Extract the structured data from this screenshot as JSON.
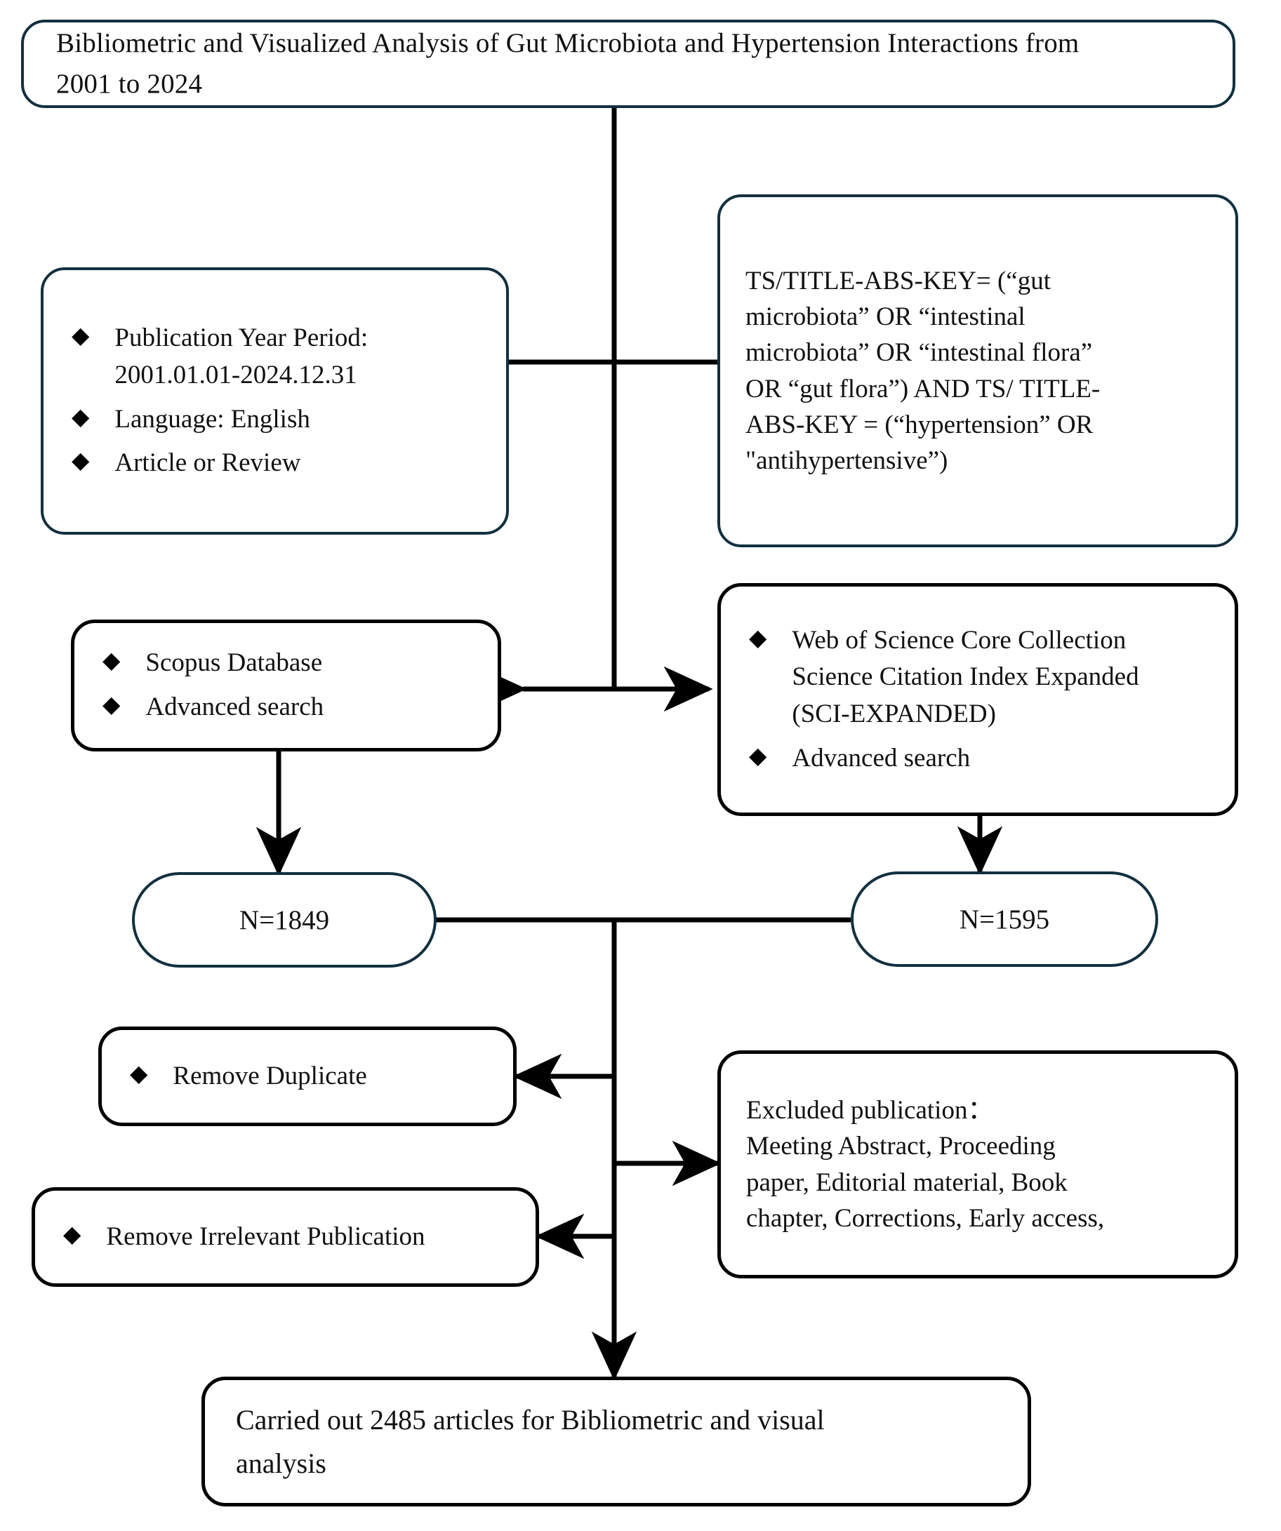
{
  "figure": {
    "type": "flowchart",
    "orientation": "top-down",
    "colors": {
      "navy_border": "#12303f",
      "black_border": "#000000",
      "text": "#111111",
      "background": "#ffffff"
    }
  },
  "title_box": {
    "line1": "Bibliometric and Visualized Analysis of Gut Microbiota and Hypertension Interactions from",
    "line2": "2001 to 2024"
  },
  "criteria_box": {
    "items": [
      {
        "lines": [
          "Publication Year Period:",
          "2001.01.01-2024.12.31"
        ]
      },
      {
        "lines": [
          "Language: English"
        ]
      },
      {
        "lines": [
          "Article or Review"
        ]
      }
    ],
    "bullet_glyph": "◆"
  },
  "query_box": {
    "lines": [
      "TS/TITLE-ABS-KEY= (“gut",
      "microbiota”  OR  “intestinal",
      "microbiota”  OR  “intestinal flora”",
      "OR  “gut flora”) AND TS/ TITLE-",
      "ABS-KEY = (“hypertension”  OR",
      "\"antihypertensive”)"
    ]
  },
  "scopus_box": {
    "items": [
      {
        "lines": [
          "Scopus Database"
        ]
      },
      {
        "lines": [
          "Advanced search"
        ]
      }
    ],
    "bullet_glyph": "◆"
  },
  "wos_box": {
    "items": [
      {
        "lines": [
          "Web of Science Core Collection",
          "Science Citation Index Expanded",
          "(SCI-EXPANDED)"
        ]
      },
      {
        "lines": [
          "Advanced search"
        ]
      }
    ],
    "bullet_glyph": "◆"
  },
  "counts": {
    "scopus_result": "N=1849",
    "wos_result": "N=1595"
  },
  "remove_duplicate_box": {
    "bullet_glyph": "◆",
    "label": "Remove Duplicate"
  },
  "remove_irrelevant_box": {
    "bullet_glyph": "◆",
    "label": "Remove Irrelevant Publication"
  },
  "excluded_box": {
    "lines": [
      "Excluded publication：",
      "Meeting Abstract, Proceeding",
      "paper, Editorial material, Book",
      "chapter, Corrections, Early access,"
    ]
  },
  "final_box": {
    "line1": "Carried out  2485  articles for Bibliometric and visual",
    "line2": "analysis"
  }
}
